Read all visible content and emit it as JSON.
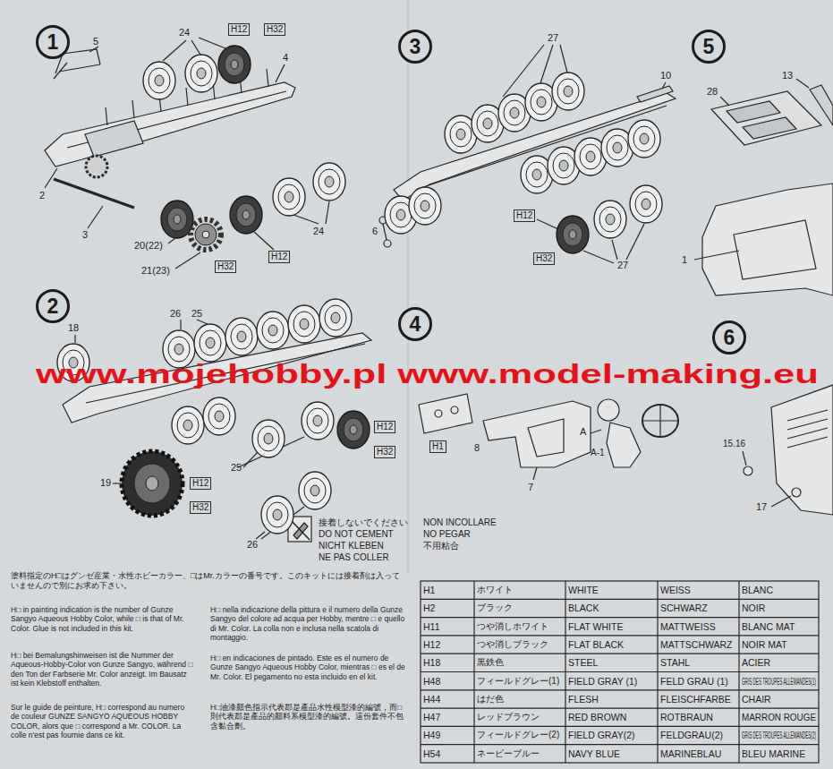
{
  "diagram": {
    "nodes": [
      {
        "text": [
          "1"
        ]
      },
      {
        "text": [
          "3"
        ]
      },
      {
        "text": [
          "5"
        ]
      },
      {
        "text": [
          "2"
        ]
      },
      {
        "text": [
          "4"
        ]
      },
      {
        "text": [
          "6"
        ]
      }
    ],
    "labels": [
      "5",
      "24",
      "H12",
      "H32",
      "4",
      "2",
      "3",
      "20(22)",
      "21(23)",
      "H32",
      "H12",
      "24",
      "27",
      "10",
      "6",
      "H12",
      "H32",
      "27",
      "13",
      "28",
      "1",
      "18",
      "26",
      "25",
      "H12",
      "H32",
      "25",
      "26",
      "19",
      "H12",
      "H32",
      "H1",
      "8",
      "7",
      "A",
      "A-1",
      "15.16",
      "17",
      "www.mojehobby.pl www.model-making.eu",
      "接着しないでください",
      "DO NOT CEMENT",
      "NICHT KLEBEN",
      "NE PAS COLLER",
      "NON INCOLLARE",
      "NO PEGAR",
      "不用粘合",
      "塗料指定のH□はグンゼ産業・水性ホビーカラー、□はMr.カラーの番号です。このキットには接着剤は入っていませんので別にお求め下さい。",
      "H□ in painting indication is the number of Gunze Sangyo Aqueous Hobby Color, while □ is that of Mr. Color. Glue is not included in this kit.",
      "H□ bei Bemalungshinweisen ist die Nummer der Aqueous-Hobby-Color von Gunze Sangyo, während □ den Ton der Farbserie Mr. Color anzeigt. Im Bausatz ist kein Klebstoff enthalten.",
      "Sur le guide de peinture, H□ correspond au numero de couleur GUNZE SANGYO AQUEOUS HOBBY COLOR, alors que □ correspond a Mr. COLOR. La colle n'est pas fournie dans ce kit.",
      "H□ nella indicazione della pittura e il numero della Gunze Sangyo del colore ad acqua per Hobby, mentre □ e quello di Mr. Color. La colla non e inclusa nella scatola di montaggio.",
      "H□ en indicaciones de pintado. Este es el numero de Gunze Sangyo Aqueous Hobby Color, mientras □ es el de Mr. Color. El pegamento no esta incluido en el kit.",
      "H□油漆顏色指示代表郡是產品水性模型漆的編號，而□則代表郡是產品的顏料系模型漆的編號。這份套件不包含黏合劑。",
      "H1",
      "ホワイト",
      "WHITE",
      "WEISS",
      "BLANC",
      "H2",
      "ブラック",
      "BLACK",
      "SCHWARZ",
      "NOIR",
      "H11",
      "つや消しホワイト",
      "FLAT WHITE",
      "MATTWEISS",
      "BLANC MAT",
      "H12",
      "つや消しブラック",
      "FLAT BLACK",
      "MATTSCHWARZ",
      "NOIR MAT",
      "H18",
      "黒鉄色",
      "STEEL",
      "STAHL",
      "ACIER",
      "H48",
      "フィールドグレー(1)",
      "FIELD GRAY (1)",
      "FELD GRAU (1)",
      "GRIS DES TROUPES ALLEMANDES(1)",
      "H44",
      "はだ色",
      "FLESH",
      "FLEISCHFARBE",
      "CHAIR",
      "H47",
      "レッドブラウン",
      "RED BROWN",
      "ROTBRAUN",
      "MARRON ROUGE",
      "H49",
      "フィールドグレー(2)",
      "FIELD GRAY(2)",
      "FELDGRAU(2)",
      "GRIS DES TROUPES ALLEMANDES(2)",
      "H54",
      "ネービーブルー",
      "NAVY BLUE",
      "MARINEBLAU",
      "BLEU MARINE"
    ]
  }
}
